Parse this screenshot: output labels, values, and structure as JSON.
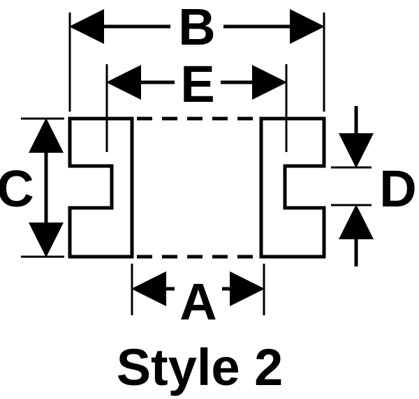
{
  "diagram": {
    "dimensions": {
      "A": "A",
      "B": "B",
      "C": "C",
      "D": "D",
      "E": "E"
    },
    "caption": "Style 2",
    "colors": {
      "line": "#000000",
      "background": "#ffffff"
    }
  }
}
